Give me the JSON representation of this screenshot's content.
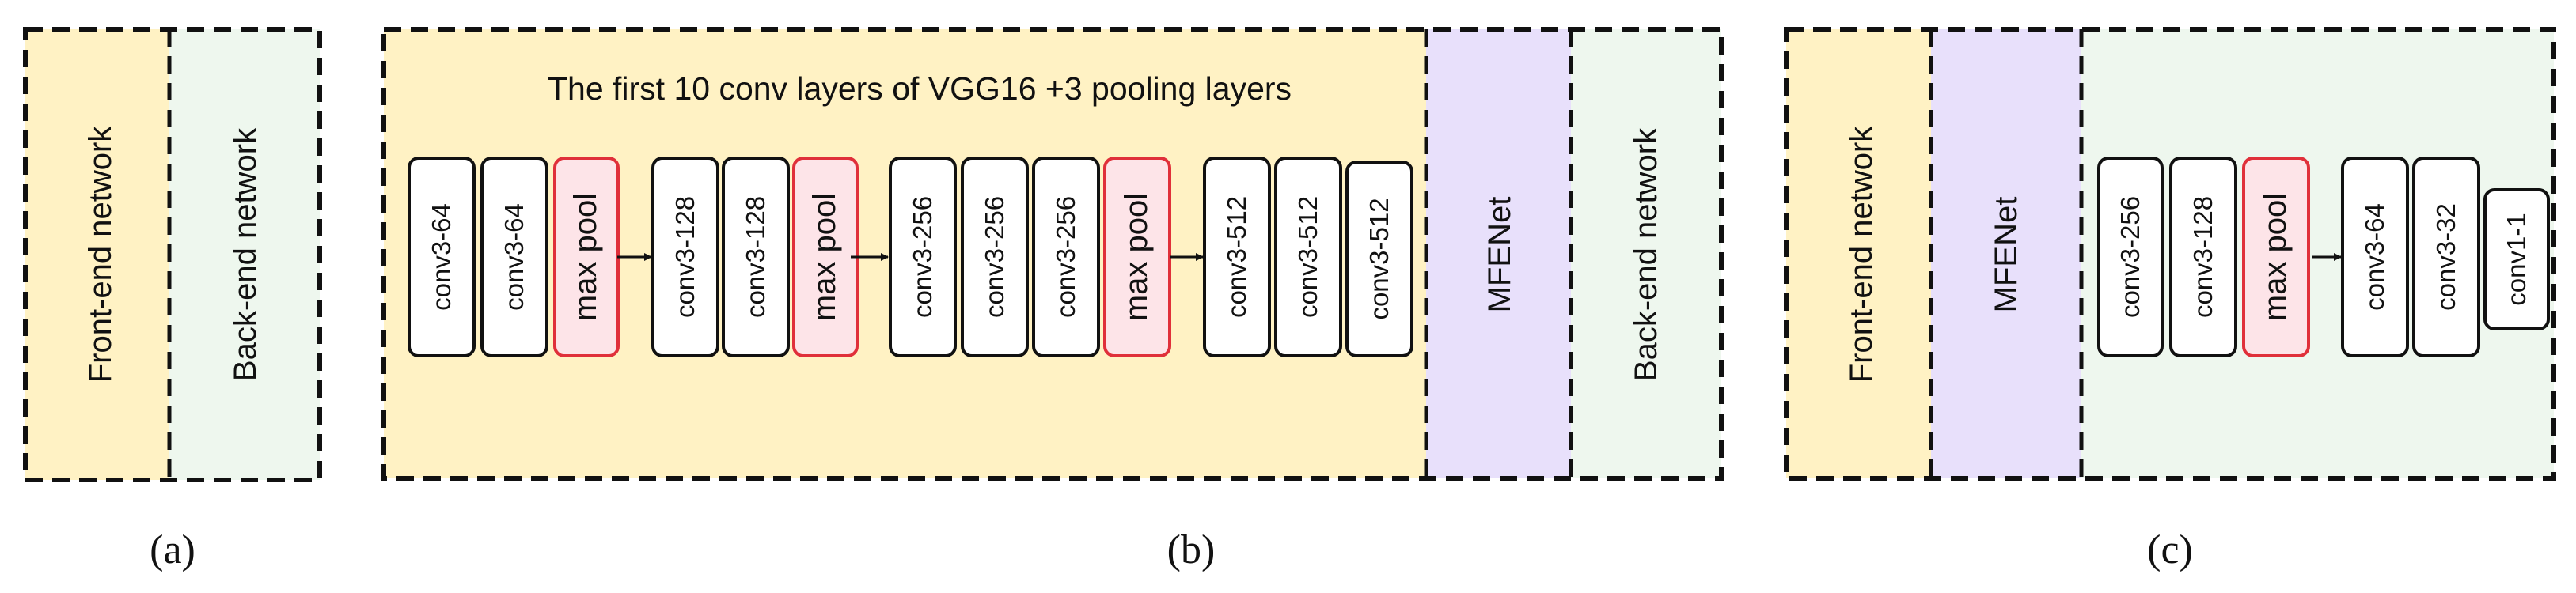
{
  "panel_a": {
    "caption": "(a)",
    "front_label": "Front-end network",
    "back_label": "Back-end network"
  },
  "panel_b": {
    "caption": "(b)",
    "title": "The first 10 conv layers of VGG16 +3 pooling layers",
    "blocks": [
      {
        "label": "conv3-64"
      },
      {
        "label": "conv3-64"
      },
      {
        "label": "max pool"
      },
      {
        "label": "conv3-128"
      },
      {
        "label": "conv3-128"
      },
      {
        "label": "max pool"
      },
      {
        "label": "conv3-256"
      },
      {
        "label": "conv3-256"
      },
      {
        "label": "conv3-256"
      },
      {
        "label": "max pool"
      },
      {
        "label": "conv3-512"
      },
      {
        "label": "conv3-512"
      },
      {
        "label": "conv3-512"
      }
    ],
    "mfenet_label": "MFENet",
    "back_label": "Back-end network"
  },
  "panel_c": {
    "caption": "(c)",
    "front_label": "Front-end network",
    "mfenet_label": "MFENet",
    "blocks": [
      {
        "label": "conv3-256"
      },
      {
        "label": "conv3-128"
      },
      {
        "label": "max pool"
      },
      {
        "label": "conv3-64"
      },
      {
        "label": "conv3-32"
      },
      {
        "label": "conv1-1"
      }
    ]
  },
  "colors": {
    "front": "#fff2c4",
    "back": "#eef7ee",
    "mfenet": "#e8e0fb",
    "pool_fill": "#fde4e8",
    "pool_border": "#e0303a",
    "conv_fill": "#ffffff",
    "border": "#111111"
  }
}
